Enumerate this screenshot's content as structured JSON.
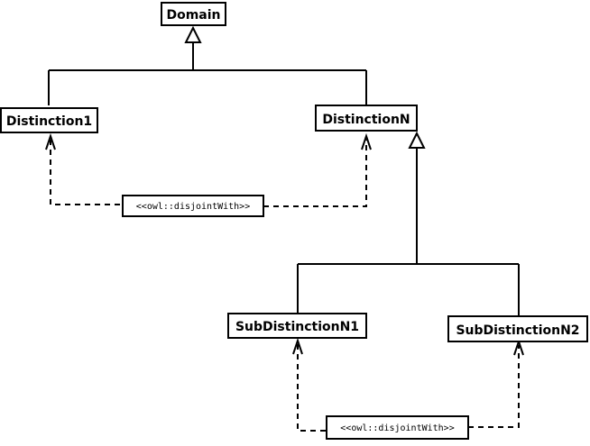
{
  "classes": {
    "domain": "Domain",
    "distinction1": "Distinction1",
    "distinctionN": "DistinctionN",
    "subDistinctionN1": "SubDistinctionN1",
    "subDistinctionN2": "SubDistinctionN2"
  },
  "relations": {
    "disjoint_top": "<<owl::disjointWith>>",
    "disjoint_bottom": "<<owl::disjointWith>>"
  }
}
